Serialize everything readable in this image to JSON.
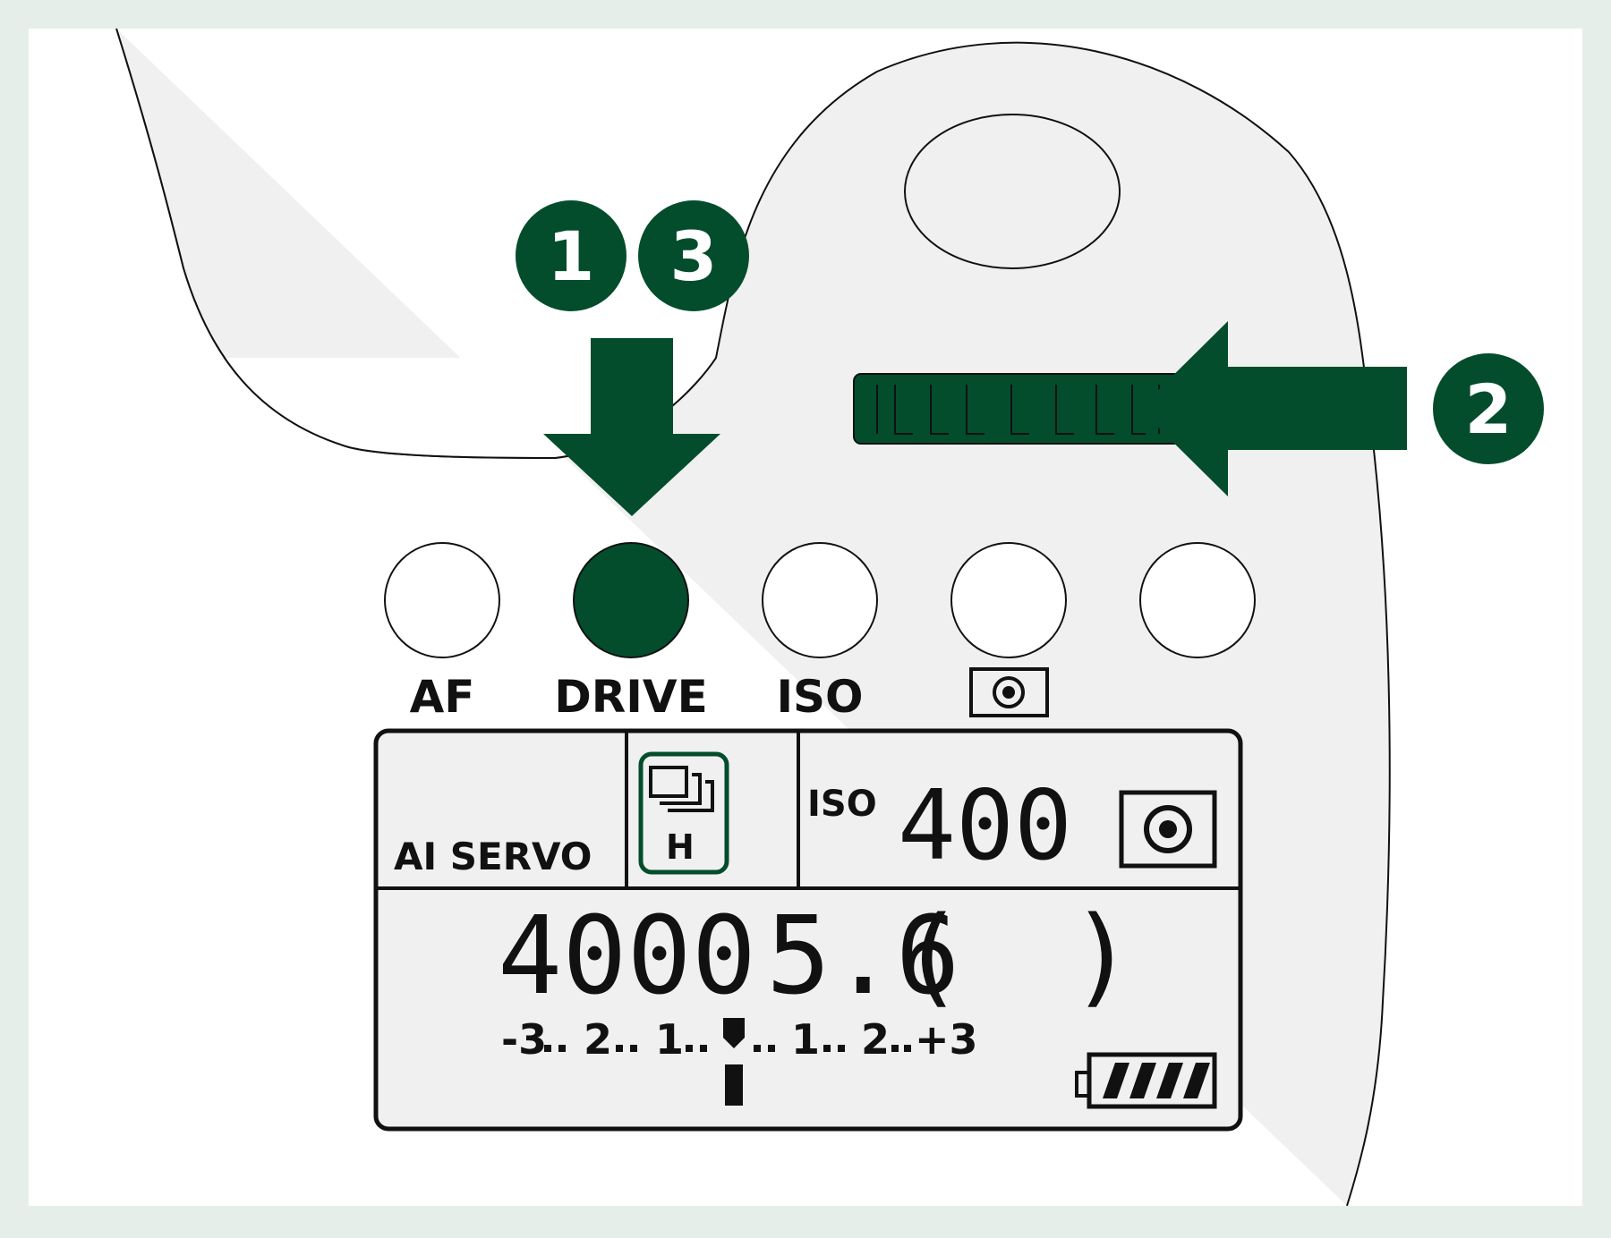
{
  "colors": {
    "accent": "#034d2c",
    "frame": "#e6eee9",
    "panel": "#f0f0f0",
    "line": "#111111"
  },
  "step_badges": [
    "1",
    "3",
    "2"
  ],
  "buttons": [
    {
      "label": "AF",
      "active": false
    },
    {
      "label": "DRIVE",
      "active": true
    },
    {
      "label": "ISO",
      "active": false
    },
    {
      "label": "",
      "icon": "metering-icon",
      "active": false
    },
    {
      "label": "",
      "active": false
    }
  ],
  "lcd": {
    "af_mode": "AI SERVO",
    "drive_mode_icon": "continuous-shooting-icon",
    "drive_mode_letter": "H",
    "iso_label": "ISO",
    "iso_value": "400",
    "metering_icon": "evaluative-metering-icon",
    "shutter_speed": "4000",
    "aperture": "5.6",
    "bracket_open": "(",
    "bracket_close": ")",
    "exposure_scale": [
      "-3",
      "2",
      "1",
      "1",
      "2",
      "+3"
    ],
    "exposure_level": 0,
    "battery_bars": 4
  }
}
